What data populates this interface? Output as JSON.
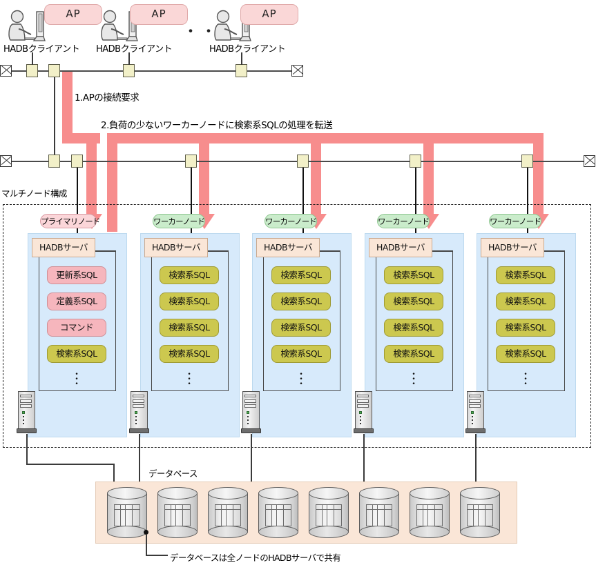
{
  "diagram": {
    "title_hidden": "",
    "clients": [
      {
        "label": "HADBクライアント",
        "ap": "AP"
      },
      {
        "label": "HADBクライアント",
        "ap": "AP"
      },
      {
        "label": "HADBクライアント",
        "ap": "AP"
      }
    ],
    "ellipsis": "・・・",
    "flow_steps": [
      "1.APの接続要求",
      "2.負荷の少ないワーカーノードに検索系SQLの処理を転送"
    ],
    "multinode_label": "マルチノード構成",
    "nodes": [
      {
        "pill": "プライマリノード",
        "pill_type": "primary",
        "server": "HADBサーバ",
        "items": [
          {
            "label": "更新系SQL",
            "type": "red"
          },
          {
            "label": "定義系SQL",
            "type": "red"
          },
          {
            "label": "コマンド",
            "type": "red"
          },
          {
            "label": "検索系SQL",
            "type": "olive"
          }
        ]
      },
      {
        "pill": "ワーカーノード",
        "pill_type": "worker",
        "server": "HADBサーバ",
        "items": [
          {
            "label": "検索系SQL",
            "type": "olive"
          },
          {
            "label": "検索系SQL",
            "type": "olive"
          },
          {
            "label": "検索系SQL",
            "type": "olive"
          },
          {
            "label": "検索系SQL",
            "type": "olive"
          }
        ]
      },
      {
        "pill": "ワーカーノード",
        "pill_type": "worker",
        "server": "HADBサーバ",
        "items": [
          {
            "label": "検索系SQL",
            "type": "olive"
          },
          {
            "label": "検索系SQL",
            "type": "olive"
          },
          {
            "label": "検索系SQL",
            "type": "olive"
          },
          {
            "label": "検索系SQL",
            "type": "olive"
          }
        ]
      },
      {
        "pill": "ワーカーノード",
        "pill_type": "worker",
        "server": "HADBサーバ",
        "items": [
          {
            "label": "検索系SQL",
            "type": "olive"
          },
          {
            "label": "検索系SQL",
            "type": "olive"
          },
          {
            "label": "検索系SQL",
            "type": "olive"
          },
          {
            "label": "検索系SQL",
            "type": "olive"
          }
        ]
      },
      {
        "pill": "ワーカーノード",
        "pill_type": "worker",
        "server": "HADBサーバ",
        "items": [
          {
            "label": "検索系SQL",
            "type": "olive"
          },
          {
            "label": "検索系SQL",
            "type": "olive"
          },
          {
            "label": "検索系SQL",
            "type": "olive"
          },
          {
            "label": "検索系SQL",
            "type": "olive"
          }
        ]
      }
    ],
    "database": {
      "label": "データベース",
      "caption": "データベースは全ノードのHADBサーバで共有",
      "cylinder_count": 8
    },
    "colors": {
      "flow_arrow": "#f78d8d",
      "ap_box": "#fad7d7",
      "node_panel": "#d7eafb",
      "primary_pill": "#fbd6d9",
      "worker_pill": "#caeccb",
      "sql_red": "#f6b6bd",
      "sql_olive": "#ccc84f",
      "hadb_server_box": "#fae6d7",
      "database_panel": "#fae6d7",
      "bus_connector": "#f2f0c8"
    }
  }
}
